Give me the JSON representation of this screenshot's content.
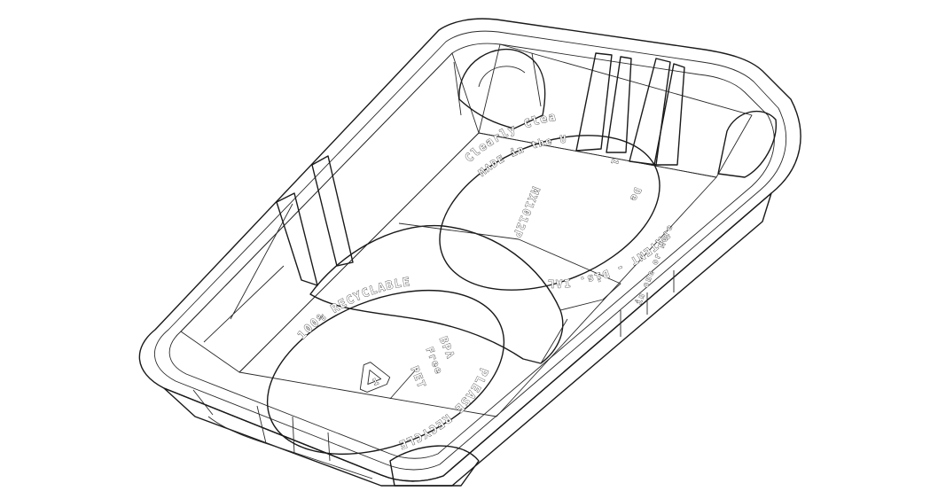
{
  "image": {
    "subject": "Isometric line drawing of a clear plastic two-compartment food tray"
  },
  "embossed_text": {
    "left_disc": {
      "top_arc": "100% RECYCLABLE",
      "bottom_arc": "PLEASE RECYCLE",
      "side_a": "BPA",
      "side_b": "Free",
      "material": "PET",
      "recycle_code": "1"
    },
    "right_disc": {
      "top_arc": "Clearly Clea",
      "second_arc": "MADE in the U",
      "model": "MX1012P",
      "bottom_arc": "PATENT - Dis. IAL",
      "side": "De",
      "corner": "1",
      "small_arc": "in one or More"
    }
  },
  "colors": {
    "line": "#1a1a1a",
    "background": "#ffffff",
    "shade": "#e6e6e6"
  }
}
